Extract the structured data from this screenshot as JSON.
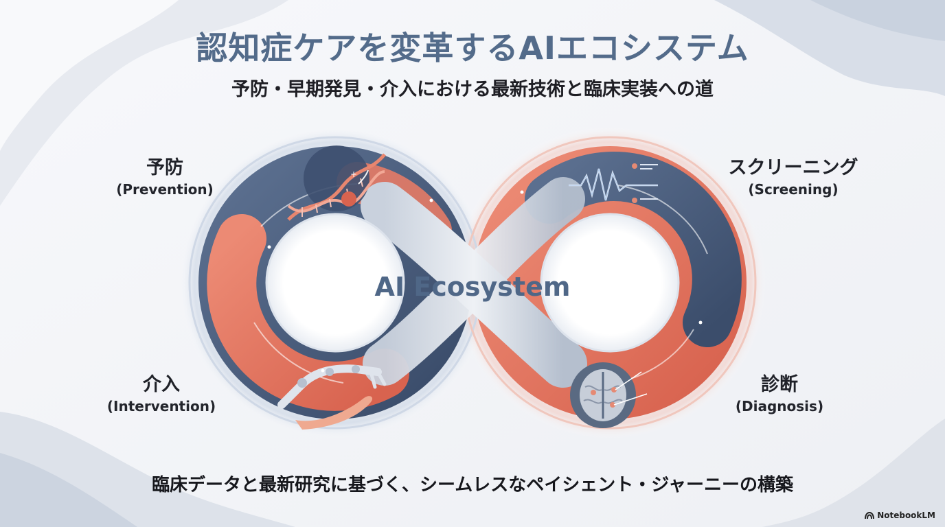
{
  "header": {
    "title": "認知症ケアを変革するAIエコシステム",
    "subtitle": "予防・早期発見・介入における最新技術と臨床実装への道"
  },
  "diagram": {
    "center_label": "AI Ecosystem",
    "stages": {
      "prevention": {
        "jp": "予防",
        "en": "(Prevention)",
        "icon": "dna-icon"
      },
      "screening": {
        "jp": "スクリーニング",
        "en": "(Screening)",
        "icon": "waveform-icon"
      },
      "diagnosis": {
        "jp": "診断",
        "en": "(Diagnosis)",
        "icon": "brain-scan-icon"
      },
      "intervention": {
        "jp": "介入",
        "en": "(Intervention)",
        "icon": "robot-hand-icon"
      }
    },
    "colors": {
      "navy": "#4a5d7c",
      "coral": "#e0705c",
      "title": "#536b8a"
    }
  },
  "footer": {
    "caption": "臨床データと最新研究に基づく、シームレスなペイシェント・ジャーニーの構築"
  },
  "branding": {
    "label": "NotebookLM"
  }
}
